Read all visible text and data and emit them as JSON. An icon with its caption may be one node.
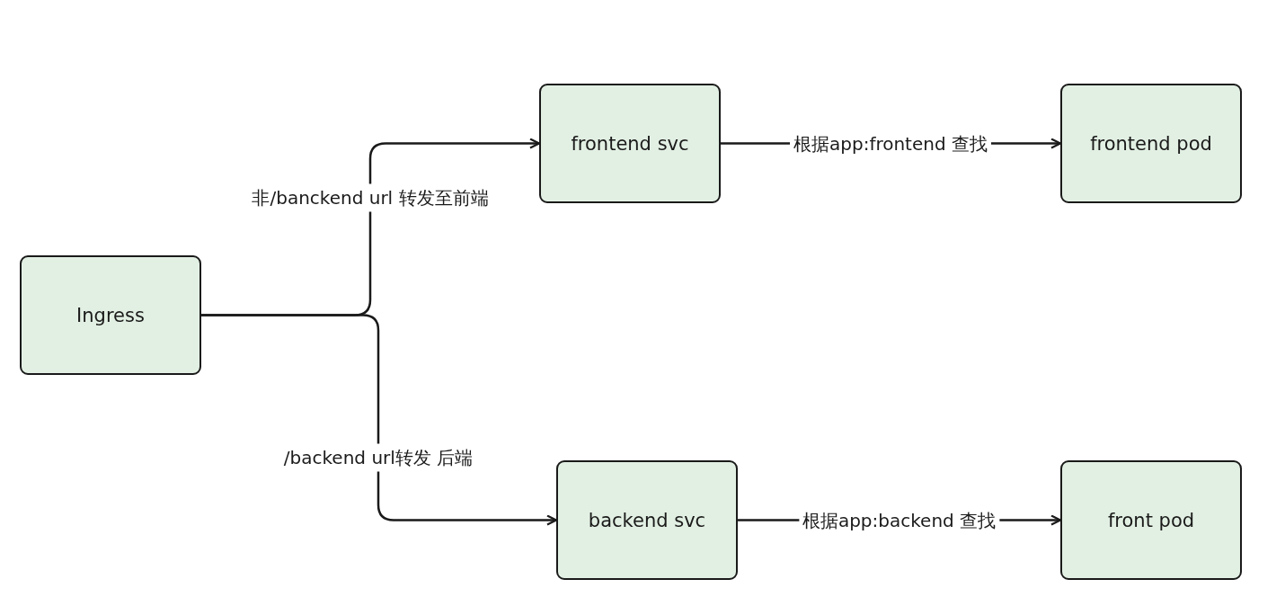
{
  "diagram": {
    "nodes": [
      {
        "text": [
          "Ingress"
        ]
      },
      {
        "text": [
          "frontend svc"
        ]
      },
      {
        "text": [
          "frontend pod"
        ]
      },
      {
        "text": [
          "backend svc"
        ]
      },
      {
        "text": [
          "front pod"
        ]
      }
    ],
    "edges": [
      {
        "from": 0,
        "to": 1,
        "arrow": "to",
        "label": "非/banckend url 转发至前端"
      },
      {
        "from": 0,
        "to": 3,
        "arrow": "to",
        "label": "/backend url转发 后端"
      },
      {
        "from": 1,
        "to": 2,
        "arrow": "to",
        "label": "根据app:frontend 查找"
      },
      {
        "from": 3,
        "to": 4,
        "arrow": "to",
        "label": "根据app:backend 查找"
      }
    ]
  }
}
